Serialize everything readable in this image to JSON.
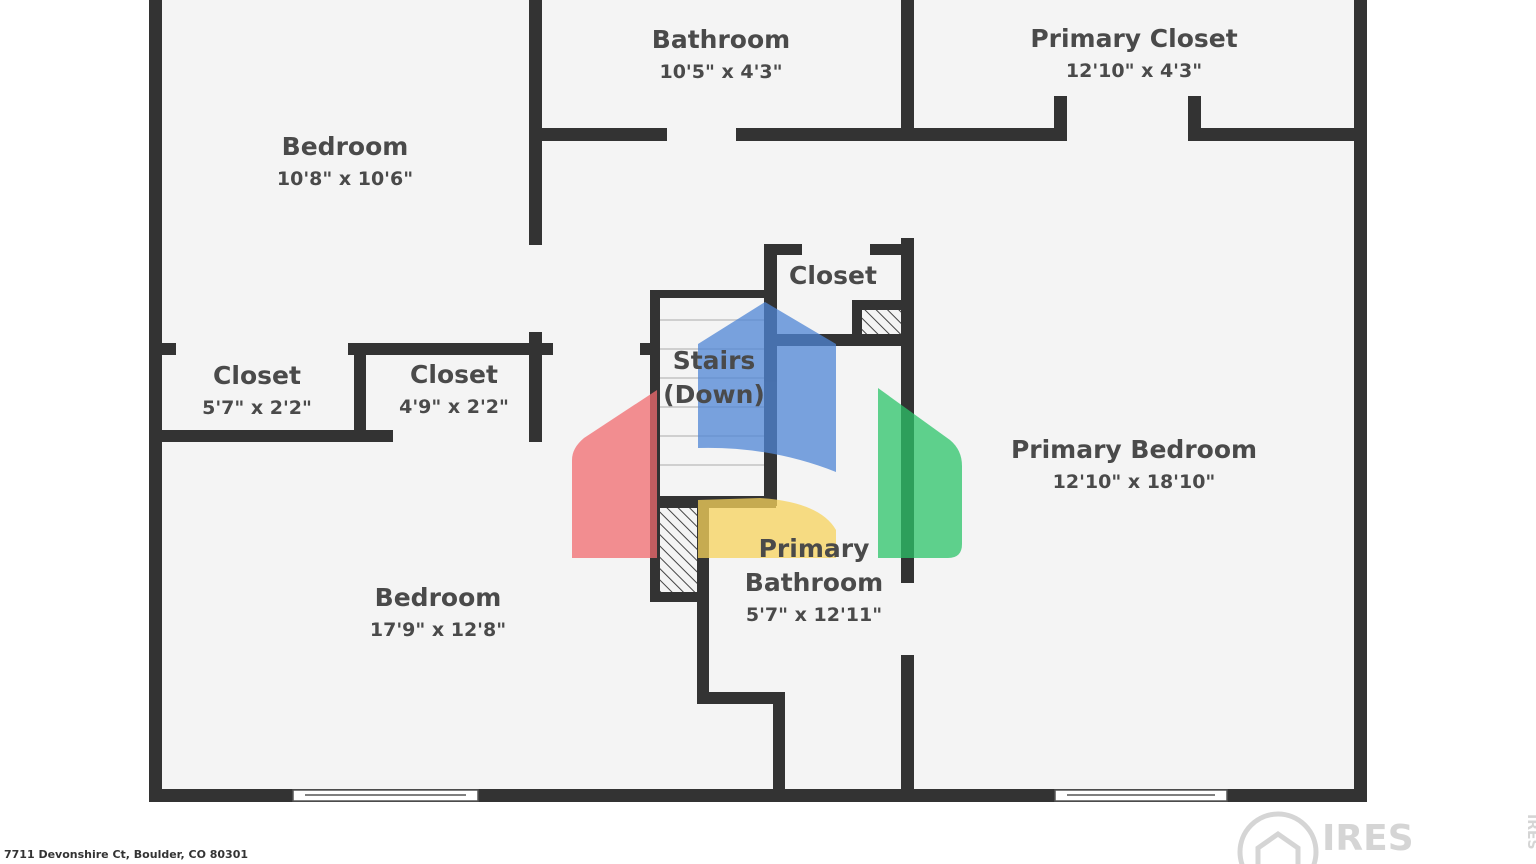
{
  "rooms": {
    "bedroom_top": {
      "name": "Bedroom",
      "dims": "10'8\" x 10'6\""
    },
    "bathroom": {
      "name": "Bathroom",
      "dims": "10'5\" x 4'3\""
    },
    "primary_closet": {
      "name": "Primary Closet",
      "dims": "12'10\" x 4'3\""
    },
    "closet_small": {
      "name": "Closet"
    },
    "closet_left": {
      "name": "Closet",
      "dims": "5'7\" x 2'2\""
    },
    "closet_mid": {
      "name": "Closet",
      "dims": "4'9\" x 2'2\""
    },
    "stairs": {
      "name": "Stairs",
      "direction": "(Down)"
    },
    "primary_bedroom": {
      "name": "Primary Bedroom",
      "dims": "12'10\" x 18'10\""
    },
    "bedroom_bottom": {
      "name": "Bedroom",
      "dims": "17'9\" x 12'8\""
    },
    "primary_bathroom": {
      "name_line1": "Primary",
      "name_line2": "Bathroom",
      "dims": "5'7\" x 12'11\""
    }
  },
  "footer": {
    "address": "7711 Devonshire Ct, Boulder, CO 80301",
    "logo_text": "IRES",
    "logo_side_text": "IRES"
  },
  "colors": {
    "wall": "#333333",
    "floor": "#f4f4f4",
    "watermark_red": "#f26b6f",
    "watermark_blue": "#4f86d6",
    "watermark_yellow": "#f7d35c",
    "watermark_green": "#2cc46a"
  }
}
